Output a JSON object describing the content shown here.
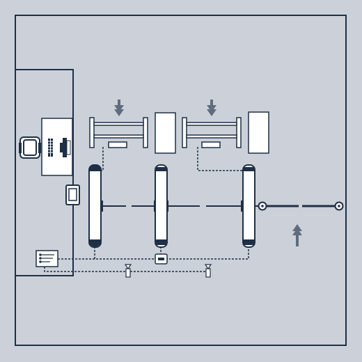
{
  "colors": {
    "background": "#ccd1d9",
    "line": "#1f2f45",
    "fill_white": "#ffffff",
    "arrow": "#5f6c7e",
    "roller_cap": "#1f2f45"
  },
  "components": {
    "outer_room": "room-boundary",
    "control_room": "control-room",
    "desk": "operator-desk",
    "chair": "chair-icon",
    "keyboard": "keyboard-icon",
    "monitor": "monitor-icon",
    "handheld": "handheld-terminal-icon",
    "control_panel": "control-panel-icon",
    "racks": [
      "storage-rack-1",
      "storage-rack-2"
    ],
    "cabinets": [
      "cabinet-1",
      "cabinet-2"
    ],
    "rollers": [
      "roller-1",
      "roller-2",
      "roller-3"
    ],
    "valves": [
      "valve-1",
      "valve-2"
    ],
    "junction_box": "junction-box",
    "drive_shaft": "drive-shaft",
    "load_arrows": [
      "down-arrow-icon-1",
      "down-arrow-icon-2"
    ],
    "direction_arrow": "up-arrow-icon"
  }
}
